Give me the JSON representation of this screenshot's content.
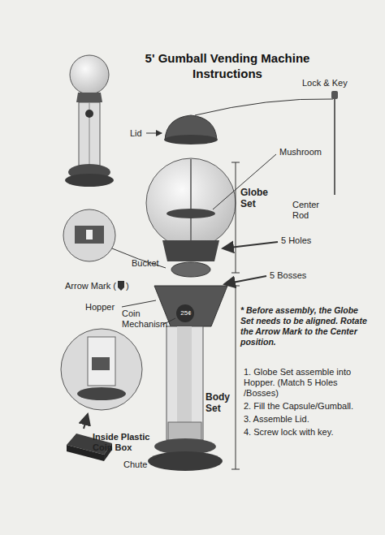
{
  "diagram": {
    "title": "5' Gumball Vending Machine Instructions",
    "labels": [
      "Lock & Key",
      "Lid",
      "Mushroom",
      "Center Rod",
      "5 Holes",
      "Globe Set",
      "Bucket",
      "Arrow Mark (",
      ")",
      "5 Bosses",
      "Hopper",
      "Coin Mechanism",
      "* Before assembly, the Globe Set needs to be aligned. Rotate the Arrow Mark to the Center position.",
      "25¢",
      "Body Set",
      "1. Globe Set assemble into Hopper. (Match 5 Holes /Bosses)",
      "2. Fill the Capsule/Gumball.",
      "3. Assemble Lid.",
      "4. Screw lock with key.",
      "Inside Plastic Coin Box",
      "Chute"
    ]
  }
}
